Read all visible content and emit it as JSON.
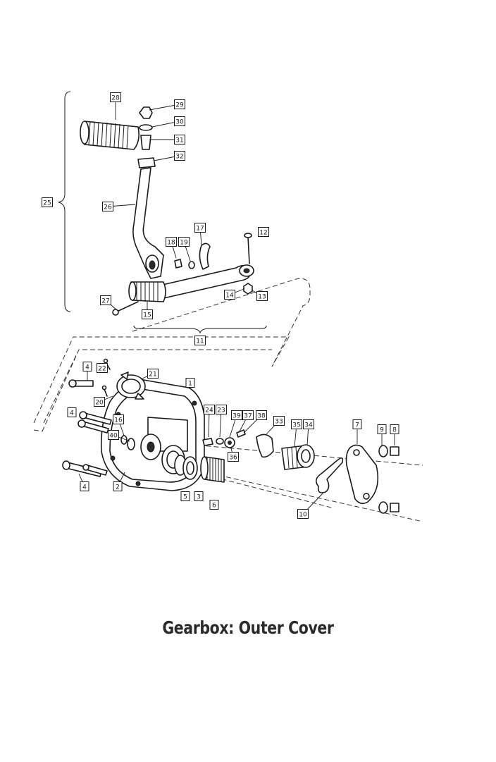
{
  "title": "Gearbox: Outer Cover",
  "part_labels": [
    "1",
    "2",
    "3",
    "4",
    "4",
    "4",
    "5",
    "6",
    "7",
    "8",
    "9",
    "10",
    "11",
    "12",
    "13",
    "14",
    "15",
    "16",
    "17",
    "18",
    "19",
    "20",
    "21",
    "22",
    "23",
    "24",
    "25",
    "26",
    "27",
    "28",
    "29",
    "30",
    "31",
    "32",
    "33",
    "34",
    "35",
    "36",
    "37",
    "38",
    "39",
    "40"
  ]
}
